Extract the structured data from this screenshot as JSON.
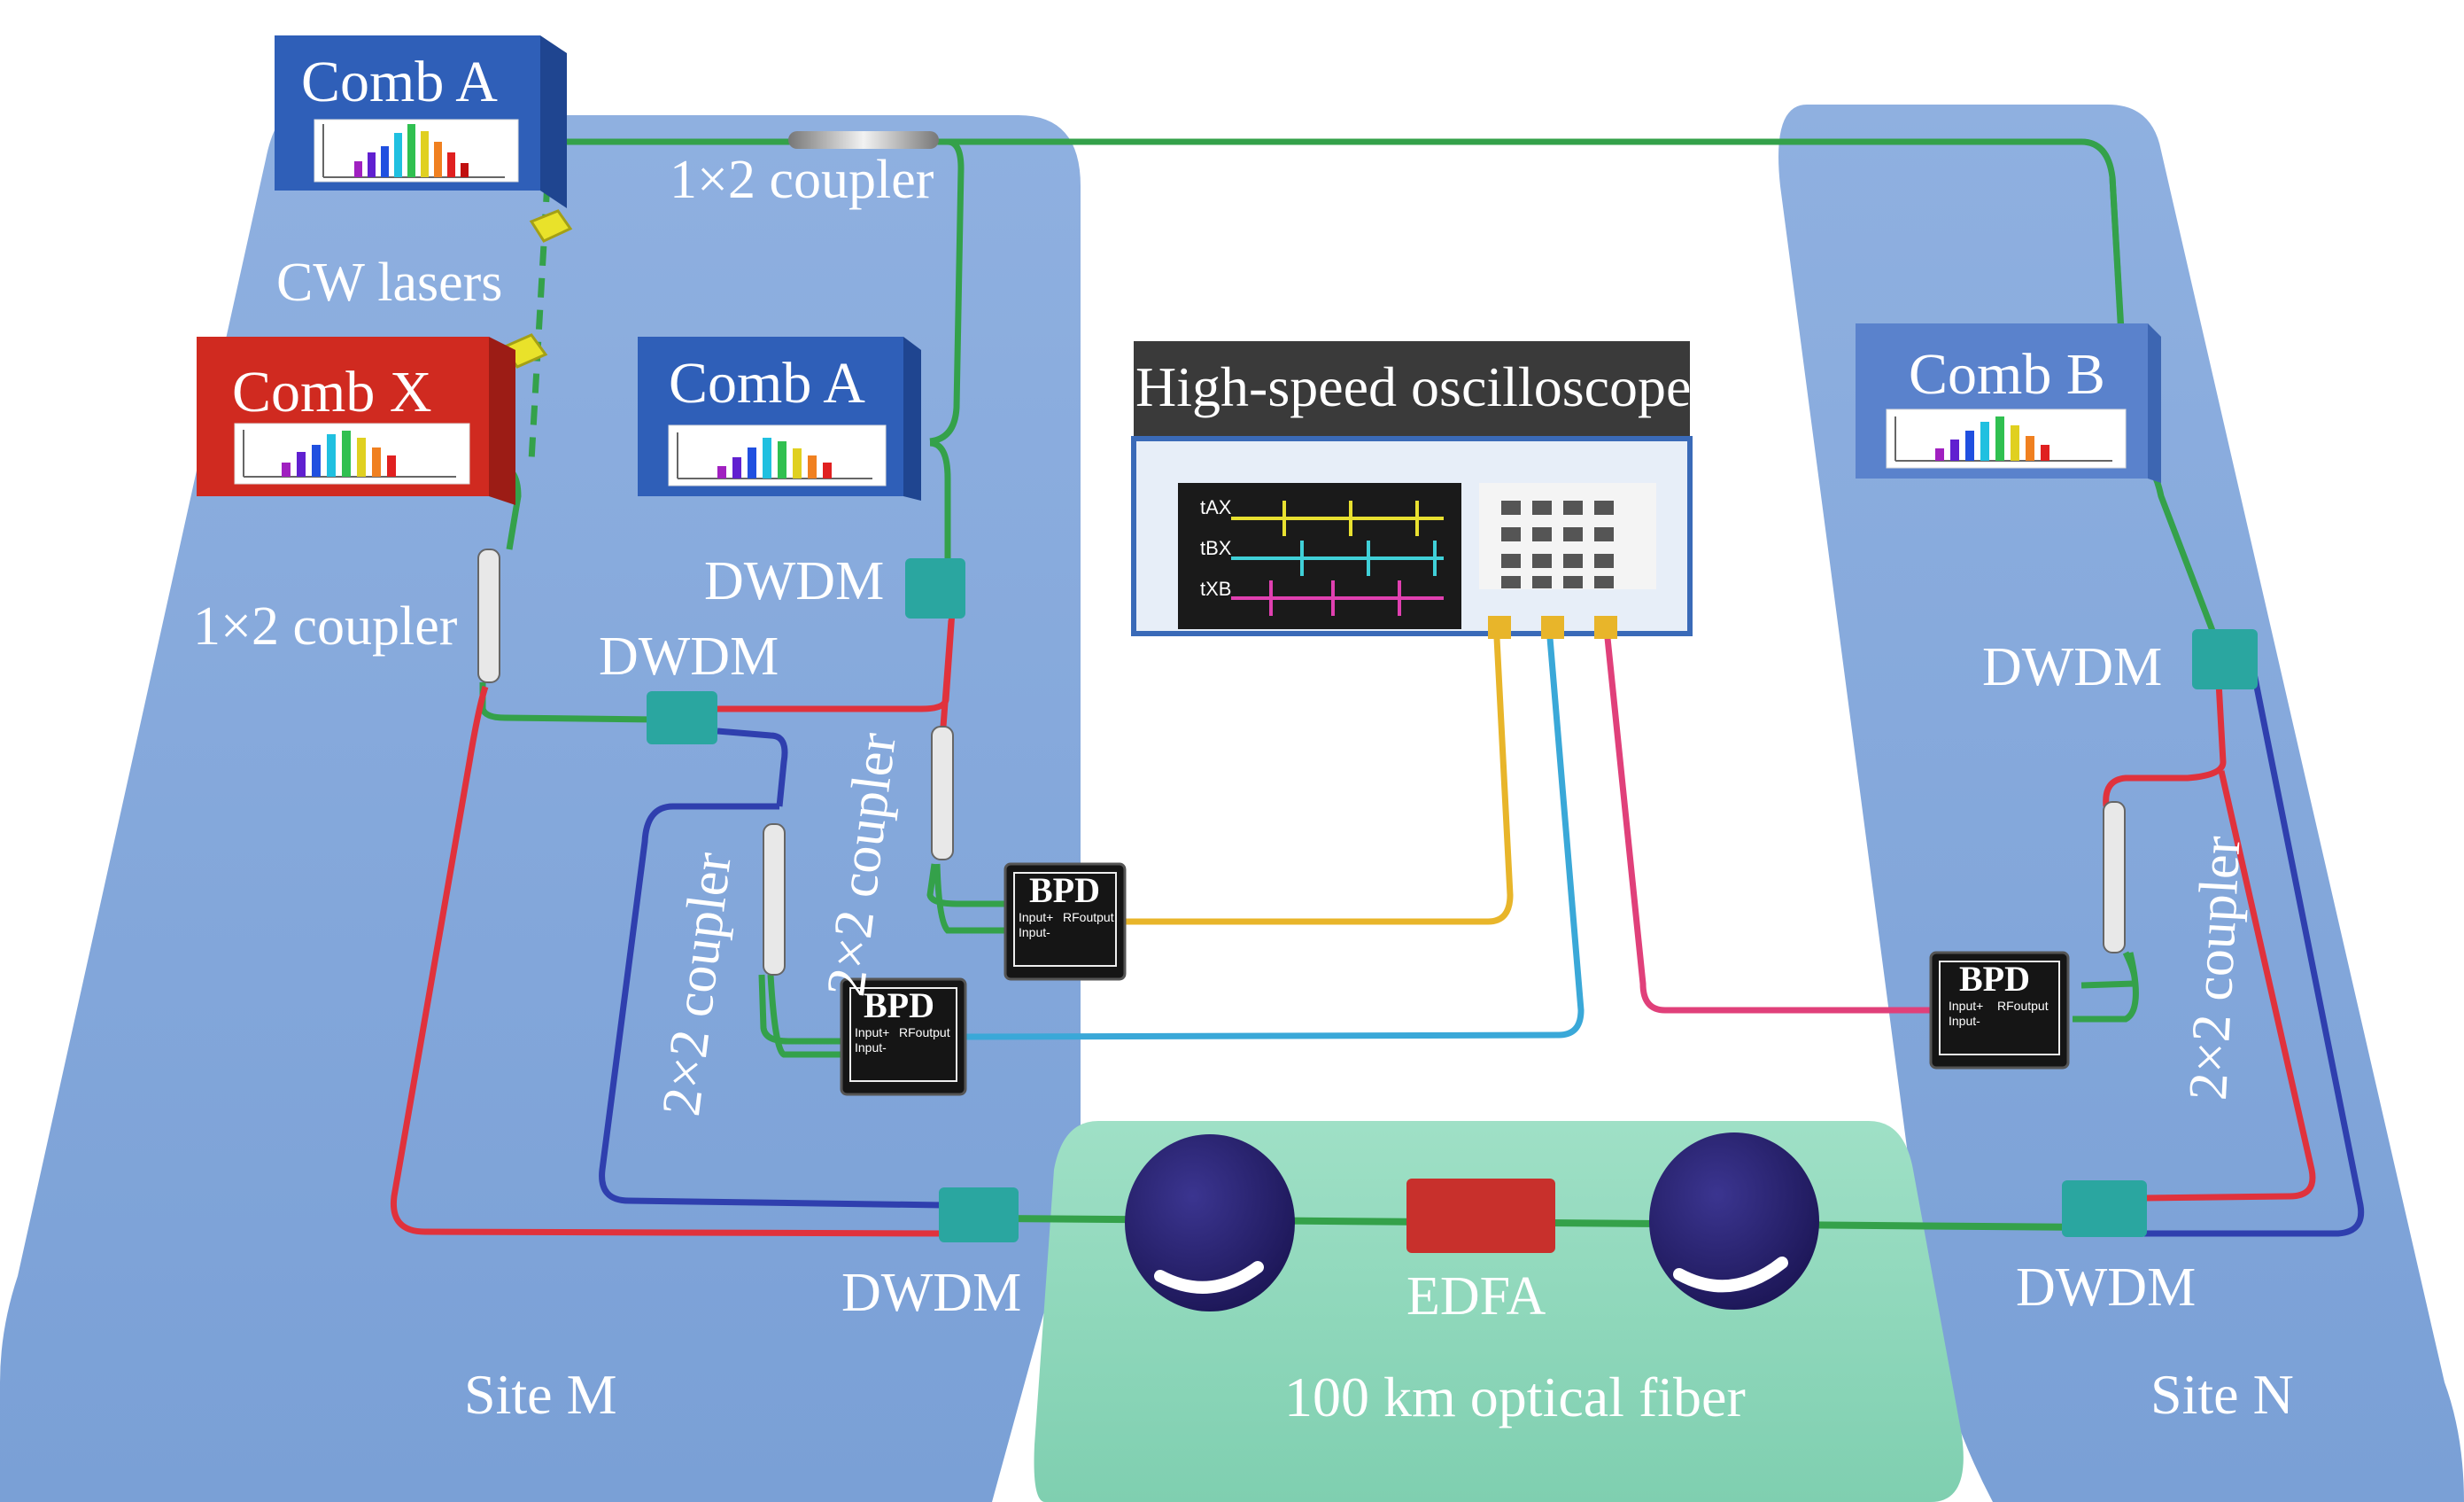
{
  "sites": {
    "site_m": "Site M",
    "site_n": "Site N",
    "fiber_link": "100 km optical fiber"
  },
  "devices": {
    "comb_a_top": "Comb A",
    "comb_x": "Comb X",
    "comb_a_mid": "Comb A",
    "comb_b": "Comb B",
    "cw_lasers": "CW lasers",
    "edfa": "EDFA",
    "oscilloscope": "High-speed oscilloscope"
  },
  "couplers": {
    "top": "1×2 coupler",
    "left": "1×2 coupler",
    "left_2x2": "2×2 coupler",
    "mid_2x2": "2×2 coupler",
    "right_2x2": "2×2 coupler"
  },
  "dwdm": {
    "upper_mid": "DWDM",
    "upper_left": "DWDM",
    "bottom_left": "DWDM",
    "right_upper": "DWDM",
    "right_bottom": "DWDM"
  },
  "bpd": {
    "title": "BPD",
    "port_in_plus": "Input+",
    "port_rf": "RFoutput",
    "port_in_minus": "Input-"
  },
  "oscilloscope_traces": [
    "tAX",
    "tBX",
    "tXB"
  ],
  "colors": {
    "site_panel": "#8fb0de",
    "fiber_panel": "#8fd3b8",
    "comb_blue": "#2f5fb8",
    "comb_red": "#d02a20",
    "fiber_green": "#34a14a",
    "fiber_red": "#e0323c",
    "fiber_blue": "#2f3fae",
    "cable_yellow": "#e8b52a",
    "cable_cyan": "#3aa8d8",
    "cable_pink": "#e0407a",
    "dwdm_teal": "#2aa6a0",
    "edfa_red": "#c8302c",
    "spool_navy": "#2a2470"
  }
}
